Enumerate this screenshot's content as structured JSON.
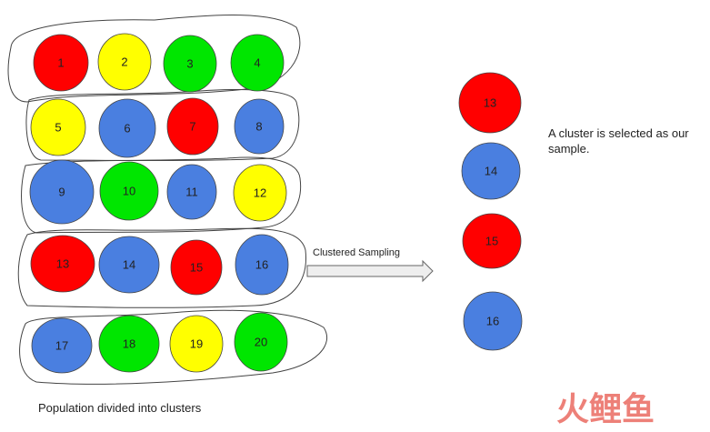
{
  "colors": {
    "red": "#ff0000",
    "yellow": "#ffff00",
    "green": "#00e600",
    "blue": "#4a7fe0",
    "outline": "#444444",
    "arrow_fill": "#eeeeee",
    "watermark": "#e8564b"
  },
  "population": {
    "caption": "Population divided into clusters",
    "clusters": [
      {
        "balls": [
          {
            "n": "1",
            "color": "red"
          },
          {
            "n": "2",
            "color": "yellow"
          },
          {
            "n": "3",
            "color": "green"
          },
          {
            "n": "4",
            "color": "green"
          }
        ]
      },
      {
        "balls": [
          {
            "n": "5",
            "color": "yellow"
          },
          {
            "n": "6",
            "color": "blue"
          },
          {
            "n": "7",
            "color": "red"
          },
          {
            "n": "8",
            "color": "blue"
          }
        ]
      },
      {
        "balls": [
          {
            "n": "9",
            "color": "blue"
          },
          {
            "n": "10",
            "color": "green"
          },
          {
            "n": "11",
            "color": "blue"
          },
          {
            "n": "12",
            "color": "yellow"
          }
        ]
      },
      {
        "balls": [
          {
            "n": "13",
            "color": "red"
          },
          {
            "n": "14",
            "color": "blue"
          },
          {
            "n": "15",
            "color": "red"
          },
          {
            "n": "16",
            "color": "blue"
          }
        ]
      },
      {
        "balls": [
          {
            "n": "17",
            "color": "blue"
          },
          {
            "n": "18",
            "color": "green"
          },
          {
            "n": "19",
            "color": "yellow"
          },
          {
            "n": "20",
            "color": "green"
          }
        ]
      }
    ]
  },
  "arrow": {
    "label": "Clustered Sampling"
  },
  "sample": {
    "note": "A cluster is selected as our sample.",
    "balls": [
      {
        "n": "13",
        "color": "red"
      },
      {
        "n": "14",
        "color": "blue"
      },
      {
        "n": "15",
        "color": "red"
      },
      {
        "n": "16",
        "color": "blue"
      }
    ]
  },
  "watermark": {
    "text": "火鲤鱼",
    "icon": "watermark-logo"
  }
}
